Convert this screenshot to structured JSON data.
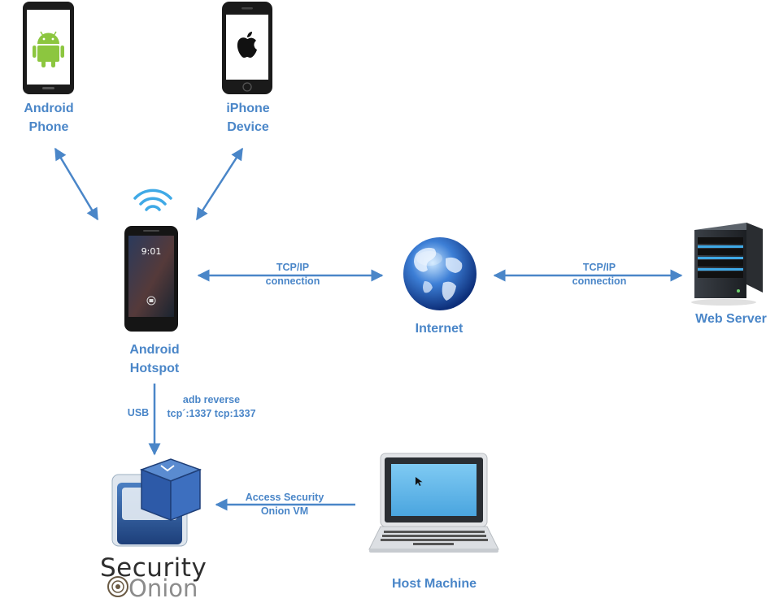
{
  "nodes": {
    "android_phone": {
      "line1": "Android",
      "line2": "Phone"
    },
    "iphone": {
      "line1": "iPhone",
      "line2": "Device"
    },
    "hotspot": {
      "line1": "Android",
      "line2": "Hotspot"
    },
    "internet": {
      "label": "Internet"
    },
    "web_server": {
      "label": "Web Server"
    },
    "host_machine": {
      "label": "Host Machine"
    },
    "security_onion": {
      "word1": "Security",
      "word2": "Onion"
    }
  },
  "edges": {
    "hotspot_internet": {
      "line1": "TCP/IP",
      "line2": "connection"
    },
    "internet_server": {
      "line1": "TCP/IP",
      "line2": "connection"
    },
    "usb": {
      "label": "USB"
    },
    "adb": {
      "line1": "adb reverse",
      "line2": "tcp´:1337 tcp:1337"
    },
    "host_vm": {
      "line1": "Access Security",
      "line2": "Onion VM"
    }
  },
  "hotspot_clock": "9:01",
  "colors": {
    "accent": "#4a86c8",
    "wifi": "#3fa9e6",
    "android_green": "#8cc63f"
  },
  "icons": [
    "android-phone-icon",
    "iphone-icon",
    "wifi-icon",
    "android-hotspot-icon",
    "globe-icon",
    "web-server-icon",
    "virtualbox-icon",
    "laptop-icon",
    "security-onion-logo"
  ]
}
